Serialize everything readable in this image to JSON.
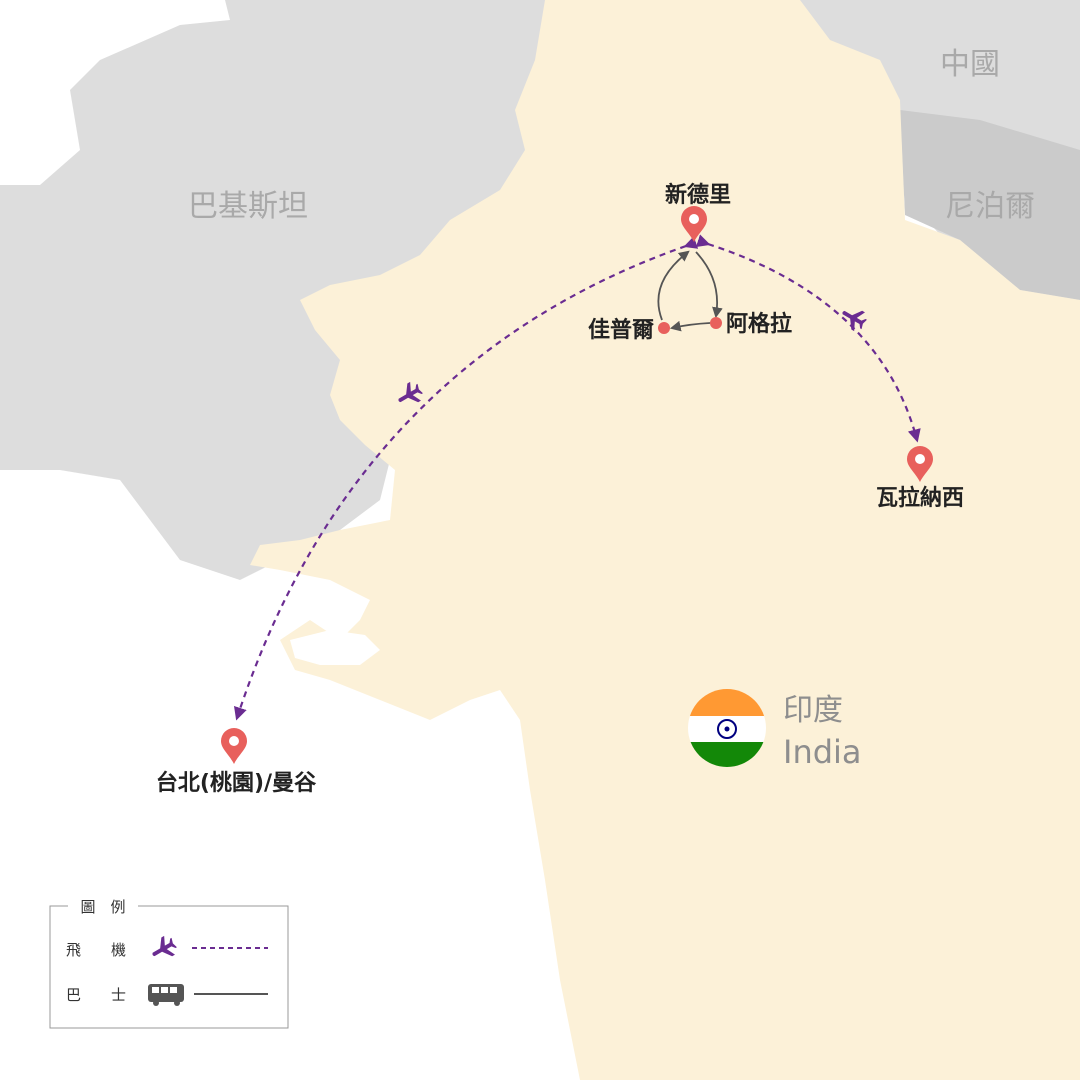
{
  "map": {
    "countries": {
      "pakistan": "巴基斯坦",
      "china": "中國",
      "nepal": "尼泊爾",
      "india_zh": "印度",
      "india_en": "India"
    },
    "cities": {
      "new_delhi": "新德里",
      "agra": "阿格拉",
      "jaipur": "佳普爾",
      "varanasi": "瓦拉納西",
      "taipei_bangkok": "台北(桃園)/曼谷"
    },
    "legend": {
      "title": "圖　例",
      "plane_label": "飛　　機",
      "bus_label": "巴　　士"
    },
    "routes": [
      {
        "mode": "plane",
        "from": "台北(桃園)/曼谷",
        "to": "新德里"
      },
      {
        "mode": "bus",
        "from": "新德里",
        "to": "阿格拉"
      },
      {
        "mode": "bus",
        "from": "阿格拉",
        "to": "佳普爾"
      },
      {
        "mode": "bus",
        "from": "佳普爾",
        "to": "新德里"
      },
      {
        "mode": "plane",
        "from": "新德里",
        "to": "瓦拉納西"
      }
    ],
    "icons": {
      "city_marker": "map-pin-icon",
      "stop_marker": "dot-icon",
      "plane": "airplane-icon",
      "bus": "bus-icon",
      "flag": "india-flag-icon"
    },
    "colors": {
      "india_land": "#fcf1d8",
      "neighbor_land": "#dddddd",
      "far_land": "#cbcbcb",
      "sea": "#ffffff",
      "flight_route": "#6a2c91",
      "bus_route": "#555555",
      "marker": "#e8605c",
      "flag_saffron": "#ff9933",
      "flag_green": "#138808",
      "flag_chakra": "#000080"
    }
  }
}
